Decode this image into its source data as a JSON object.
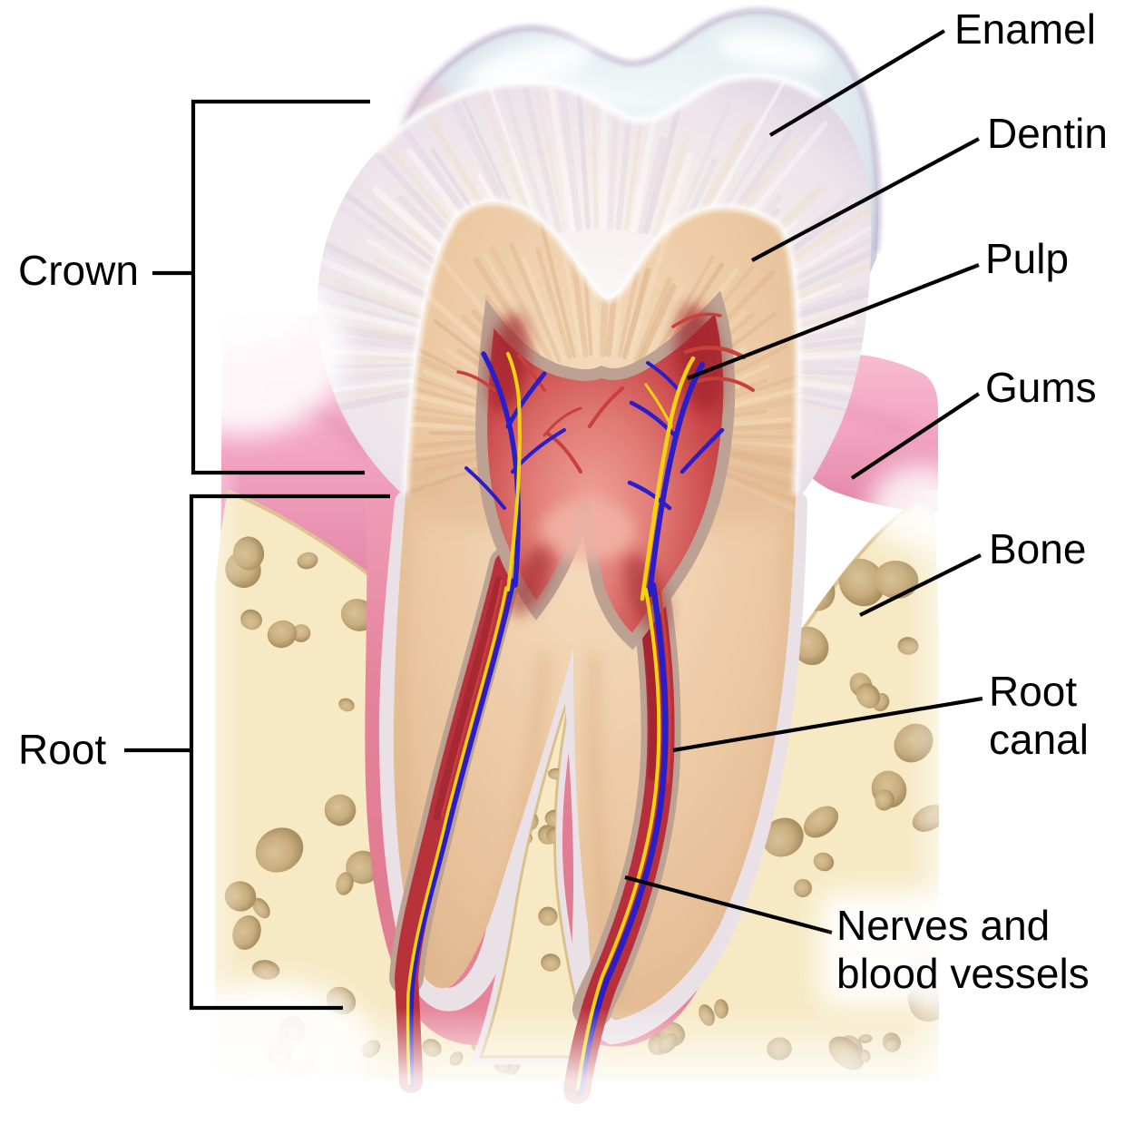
{
  "figure": {
    "type": "anatomical-diagram",
    "subject": "Tooth cross-section anatomy",
    "labels": {
      "enamel": "Enamel",
      "dentin": "Dentin",
      "pulp": "Pulp",
      "gums": "Gums",
      "bone": "Bone",
      "root_canal_line1": "Root",
      "root_canal_line2": "canal",
      "nerves_line1": "Nerves and",
      "nerves_line2": "blood vessels",
      "crown": "Crown",
      "root": "Root"
    },
    "colors": {
      "background": "#ffffff",
      "label_text": "#000000",
      "pointer_line": "#000000",
      "enamel_glossy": "#dfe8ee",
      "enamel_cut": "#f2ecea",
      "dentin": "#eac7a2",
      "pulp": "#c2363e",
      "pulp_lining": "#bda294",
      "gums": "#f2a2c0",
      "periodontal_pink": "#e48399",
      "ligament_white": "#eae1e6",
      "bone": "#f6e9c4",
      "bone_hole": "#cdb384",
      "vein_blue": "#2a1ec8",
      "nerve_yellow": "#f2d312",
      "artery_red": "#c8403a"
    }
  }
}
